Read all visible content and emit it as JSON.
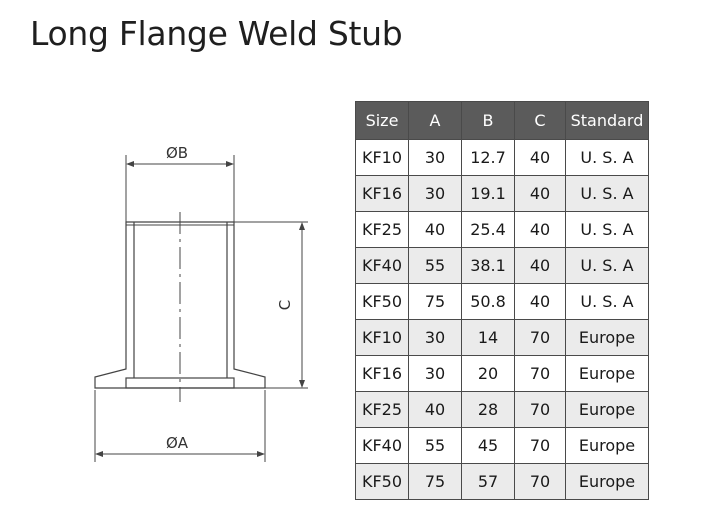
{
  "title": "Long Flange Weld Stub",
  "drawing": {
    "label_b": "ØB",
    "label_a": "ØA",
    "label_c": "C"
  },
  "table": {
    "headers": [
      "Size",
      "A",
      "B",
      "C",
      "Standard"
    ],
    "rows": [
      [
        "KF10",
        "30",
        "12.7",
        "40",
        "U. S. A"
      ],
      [
        "KF16",
        "30",
        "19.1",
        "40",
        "U. S. A"
      ],
      [
        "KF25",
        "40",
        "25.4",
        "40",
        "U. S. A"
      ],
      [
        "KF40",
        "55",
        "38.1",
        "40",
        "U. S. A"
      ],
      [
        "KF50",
        "75",
        "50.8",
        "40",
        "U. S. A"
      ],
      [
        "KF10",
        "30",
        "14",
        "70",
        "Europe"
      ],
      [
        "KF16",
        "30",
        "20",
        "70",
        "Europe"
      ],
      [
        "KF25",
        "40",
        "28",
        "70",
        "Europe"
      ],
      [
        "KF40",
        "55",
        "45",
        "70",
        "Europe"
      ],
      [
        "KF50",
        "75",
        "57",
        "70",
        "Europe"
      ]
    ]
  }
}
